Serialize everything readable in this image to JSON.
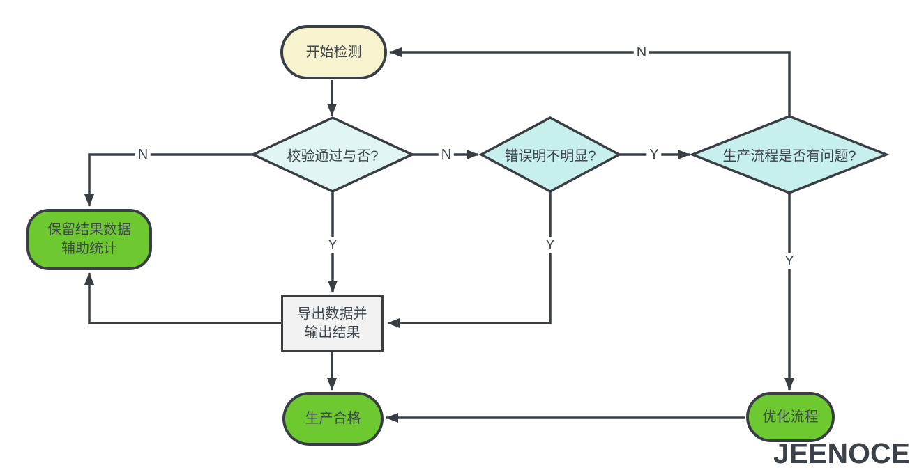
{
  "diagram": {
    "type": "flowchart",
    "watermark": "JEENOCE",
    "colors": {
      "line": "#383e44",
      "text": "#3f474e",
      "start_fill": "#f8f3cf",
      "decision_light_fill": "#e1f6f4",
      "decision_fill": "#c7efec",
      "green_fill": "#6ec930",
      "process_fill": "#f2f2f2",
      "background": "#ffffff"
    },
    "nodes": {
      "start": {
        "label": "开始检测",
        "shape": "stadium"
      },
      "verify": {
        "label": "校验通过与否?",
        "shape": "diamond"
      },
      "error": {
        "label": "错误明不明显?",
        "shape": "diamond"
      },
      "process": {
        "label": "生产流程是否有问题?",
        "shape": "diamond"
      },
      "keep": {
        "label": "保留结果数据\n辅助统计",
        "shape": "stadium"
      },
      "export": {
        "label": "导出数据并\n输出结果",
        "shape": "rect"
      },
      "qualified": {
        "label": "生产合格",
        "shape": "stadium"
      },
      "optimize": {
        "label": "优化流程",
        "shape": "stadium"
      }
    },
    "edge_labels": {
      "verify_to_keep": "N",
      "verify_to_error": "N",
      "error_to_process": "Y",
      "process_to_start": "N",
      "verify_to_export": "Y",
      "error_to_export": "Y",
      "process_to_optimize": "Y"
    },
    "edges": [
      {
        "from": "start",
        "to": "verify",
        "label": ""
      },
      {
        "from": "verify",
        "to": "keep",
        "label": "N"
      },
      {
        "from": "verify",
        "to": "error",
        "label": "N"
      },
      {
        "from": "verify",
        "to": "export",
        "label": "Y"
      },
      {
        "from": "error",
        "to": "process",
        "label": "Y"
      },
      {
        "from": "error",
        "to": "export",
        "label": "Y"
      },
      {
        "from": "process",
        "to": "start",
        "label": "N"
      },
      {
        "from": "process",
        "to": "optimize",
        "label": "Y"
      },
      {
        "from": "export",
        "to": "keep",
        "label": ""
      },
      {
        "from": "export",
        "to": "qualified",
        "label": ""
      },
      {
        "from": "optimize",
        "to": "qualified",
        "label": ""
      }
    ]
  }
}
